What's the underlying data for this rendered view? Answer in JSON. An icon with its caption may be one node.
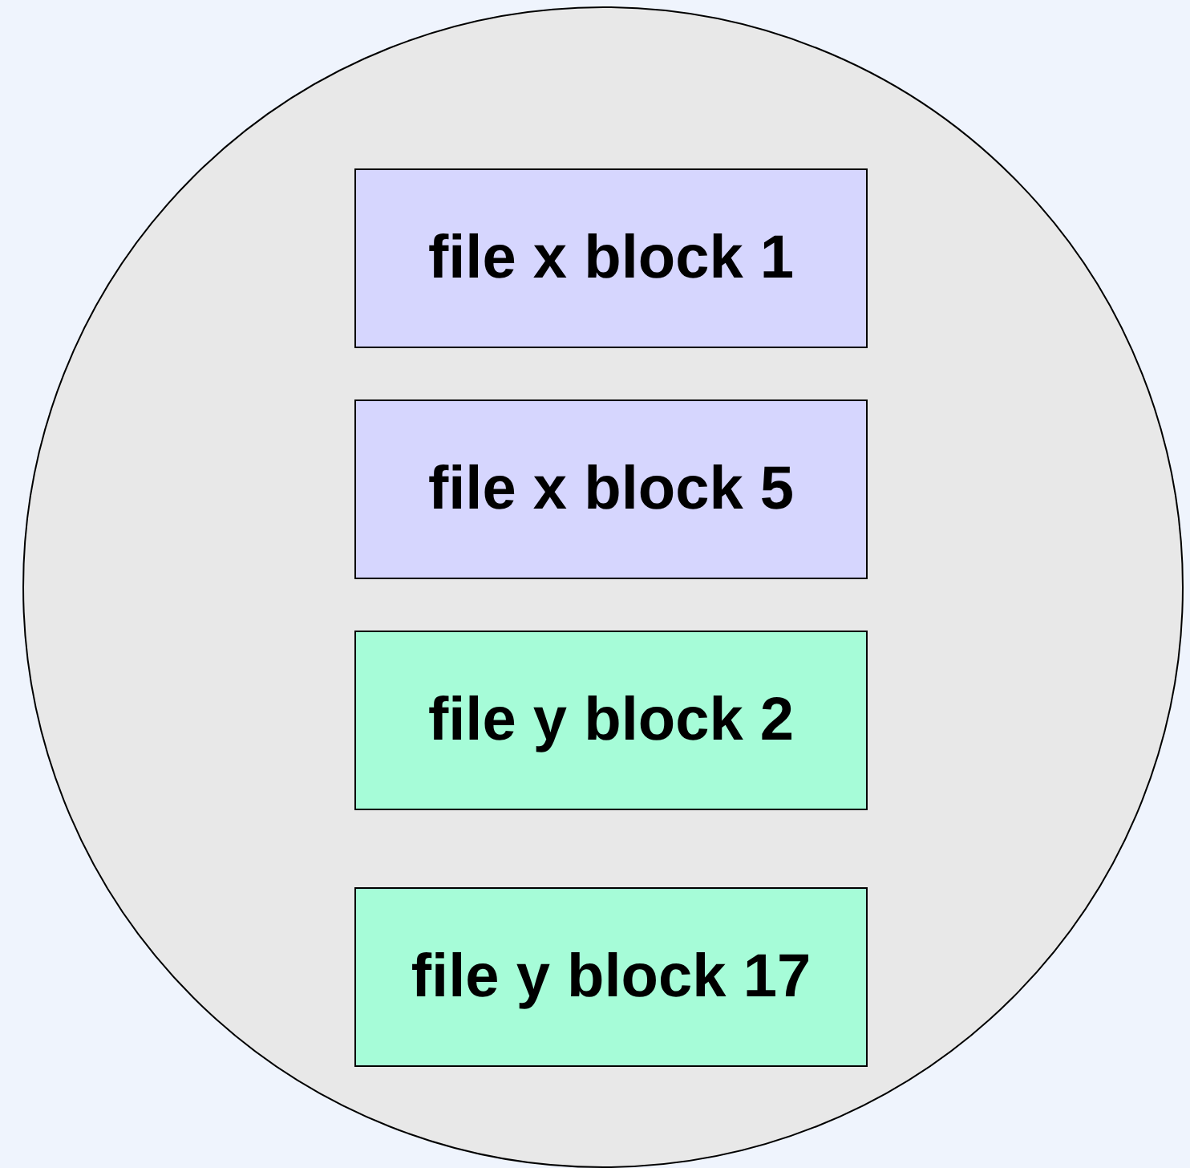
{
  "diagram": {
    "nodes": [
      {
        "text": [],
        "shape": "circle"
      },
      {
        "text": [
          "file x block 1"
        ],
        "in": 0
      },
      {
        "text": [
          "file x block 5"
        ],
        "in": 0
      },
      {
        "text": [
          "file y block 2"
        ],
        "in": 0
      },
      {
        "text": [
          "file y block 17"
        ],
        "in": 0
      }
    ]
  }
}
